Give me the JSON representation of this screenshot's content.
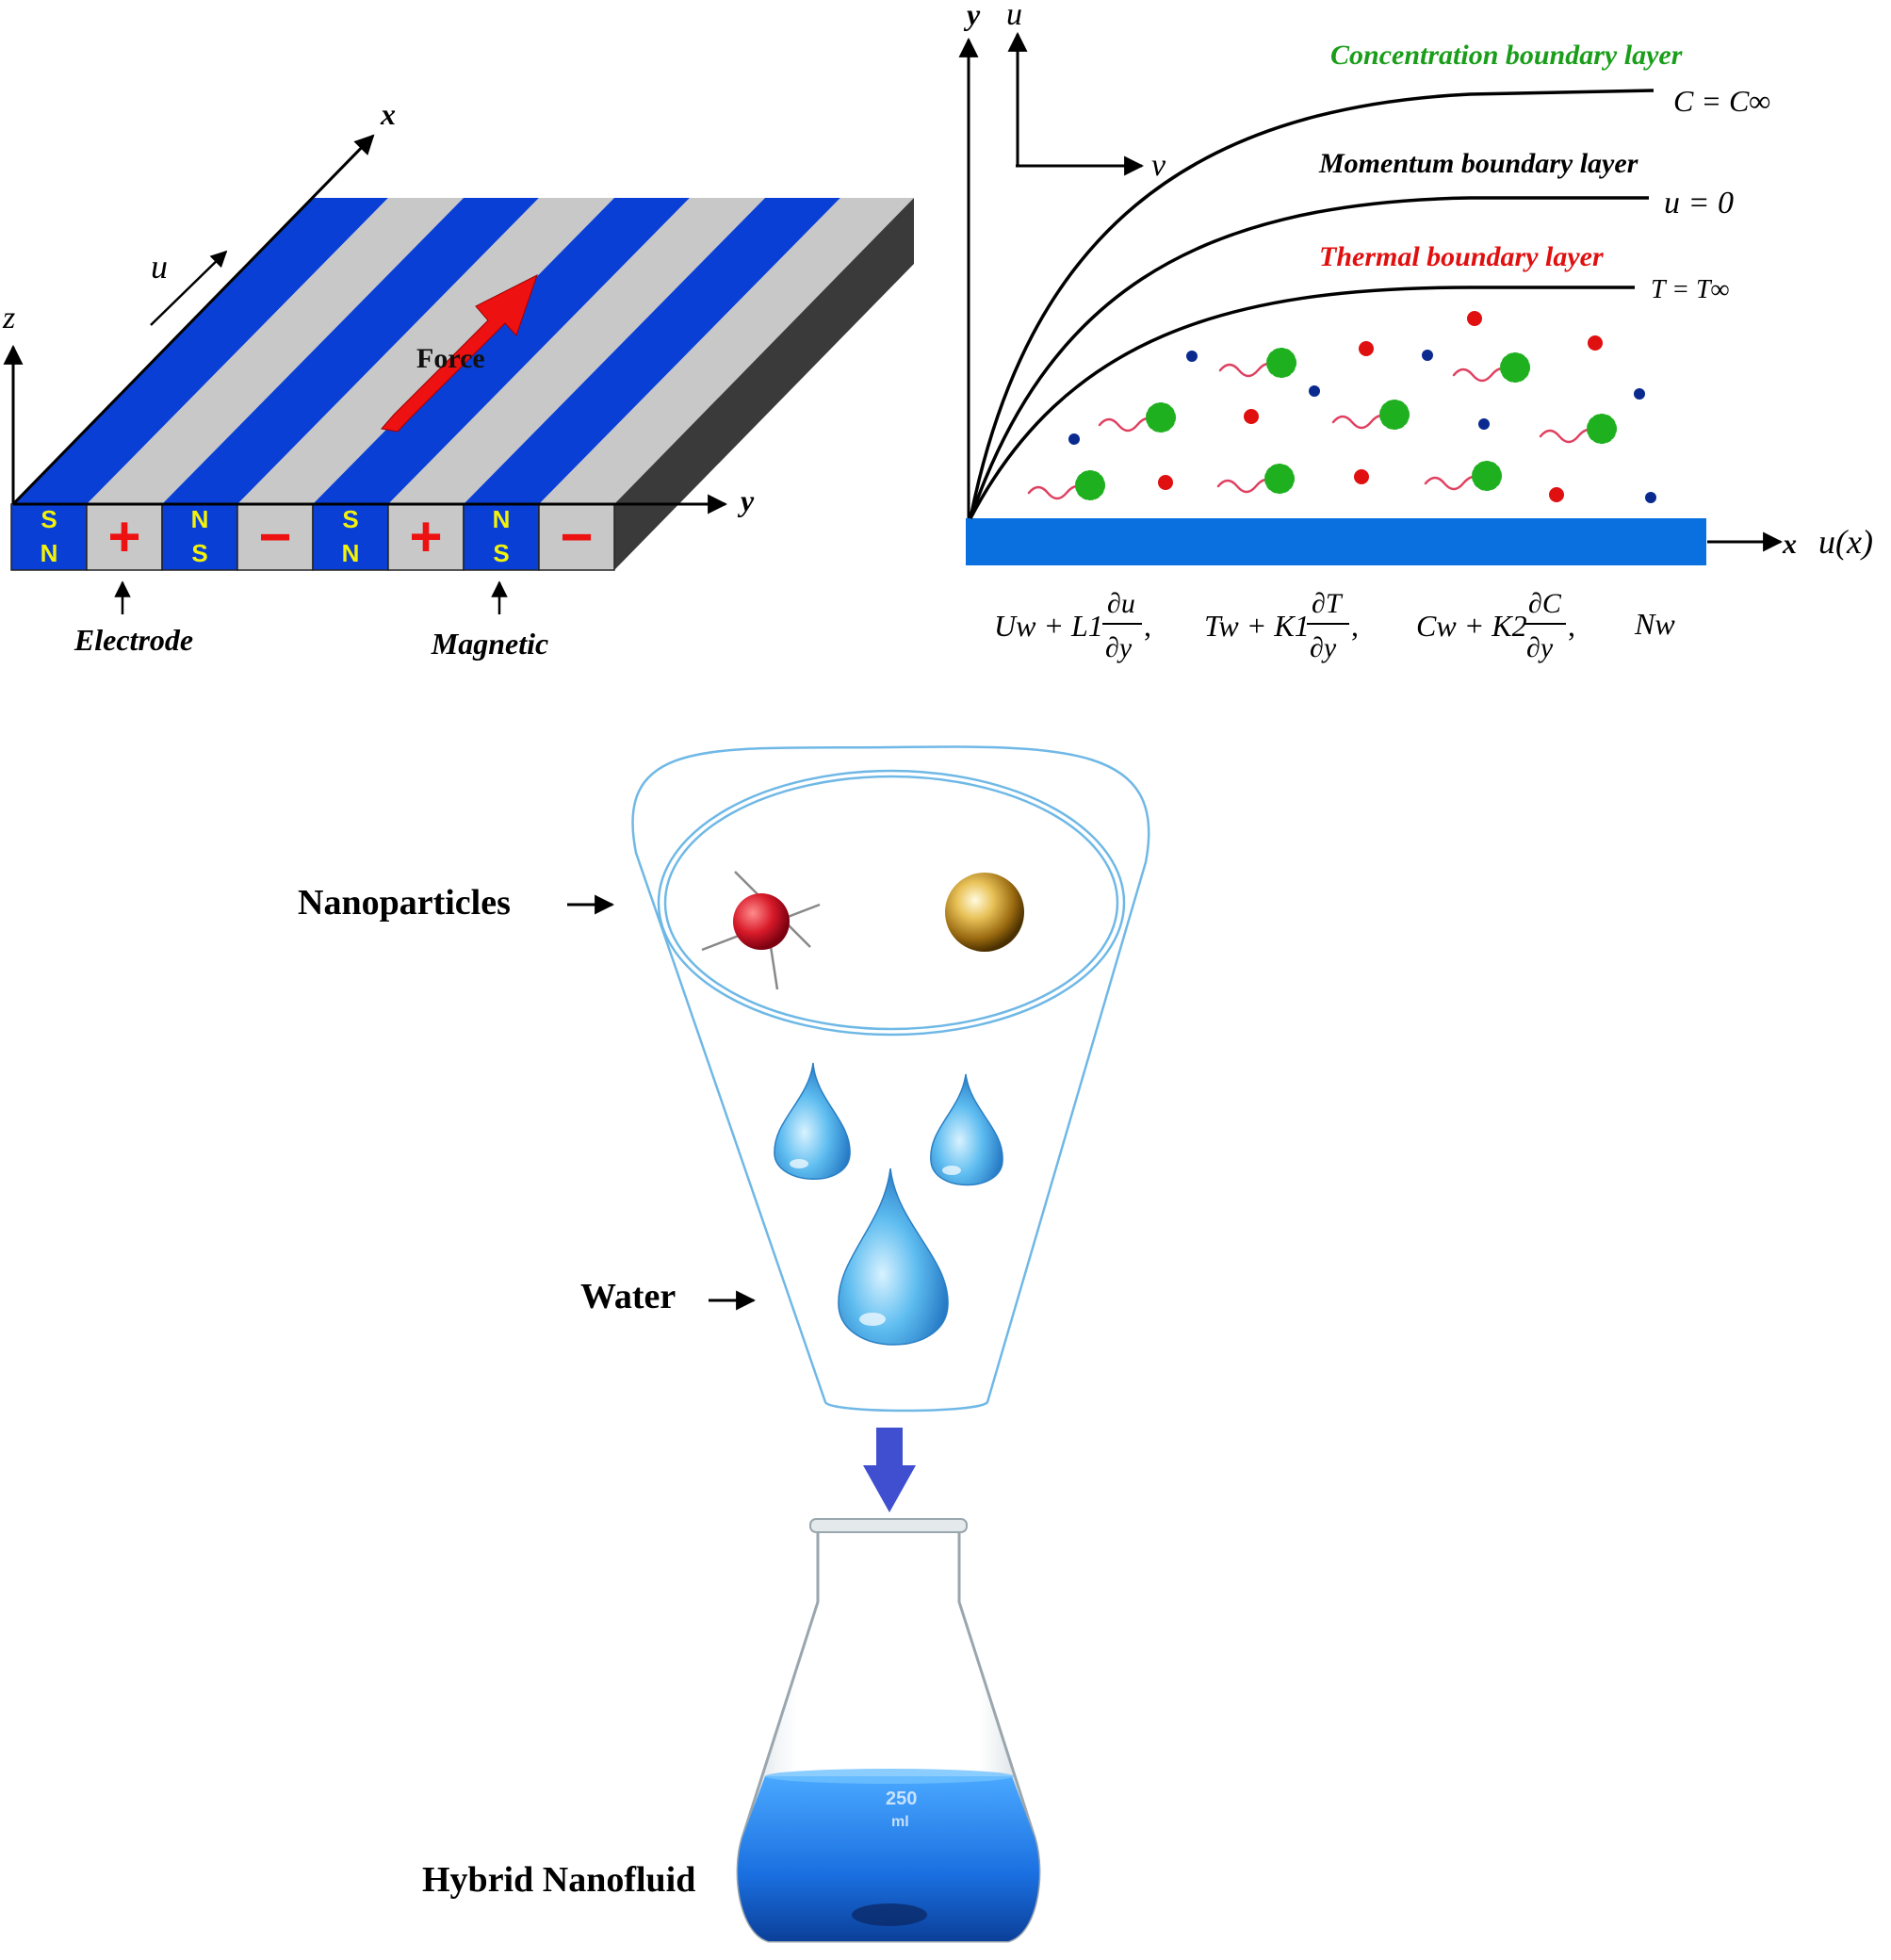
{
  "riga": {
    "axis_x": "x",
    "axis_y": "y",
    "axis_z": "z",
    "velocity_label": "u",
    "force_label": "Force",
    "electrode_label": "Electrode",
    "magnetic_label": "Magnetic",
    "cells": [
      {
        "type": "magnet",
        "top": "S",
        "bottom": "N"
      },
      {
        "type": "electrode",
        "sign": "+"
      },
      {
        "type": "magnet",
        "top": "N",
        "bottom": "S"
      },
      {
        "type": "electrode",
        "sign": "−"
      },
      {
        "type": "magnet",
        "top": "S",
        "bottom": "N"
      },
      {
        "type": "electrode",
        "sign": "+"
      },
      {
        "type": "magnet",
        "top": "N",
        "bottom": "S"
      },
      {
        "type": "electrode",
        "sign": "−"
      }
    ],
    "colors": {
      "blue": "#0a3fd6",
      "gray": "#c8c8c8",
      "dark": "#3a3a3a",
      "force": "#ee1111",
      "pole": "#f2f20a"
    }
  },
  "boundary": {
    "axis_y": "y",
    "axis_u": "u",
    "axis_v": "v",
    "axis_x": "x",
    "ux": "u(x)",
    "concentration_label": "Concentration boundary layer",
    "momentum_label": "Momentum boundary layer",
    "thermal_label": "Thermal boundary layer",
    "c_cond": "C = C∞",
    "u_cond": "u = 0",
    "t_cond": "T = T∞",
    "bc": {
      "b1_head": "Uw + L1",
      "b1_num": "∂u",
      "b1_den": "∂y",
      "b2_head": "Tw + K1",
      "b2_num": "∂T",
      "b2_den": "∂y",
      "b3_head": "Cw + K2",
      "b3_num": "∂C",
      "b3_den": "∂y",
      "b4": "Nw"
    },
    "colors": {
      "concentration": "#1a9e1a",
      "thermal": "#e01010",
      "wall": "#0a70e0"
    }
  },
  "mixing": {
    "nanoparticles_label": "Nanoparticles",
    "water_label": "Water",
    "result_label": "Hybrid Nanofluid",
    "flask_mark_1": "250",
    "flask_mark_2": "ml",
    "colors": {
      "arrow": "#3f4fd0",
      "fluid": "#1f7fe8"
    }
  }
}
